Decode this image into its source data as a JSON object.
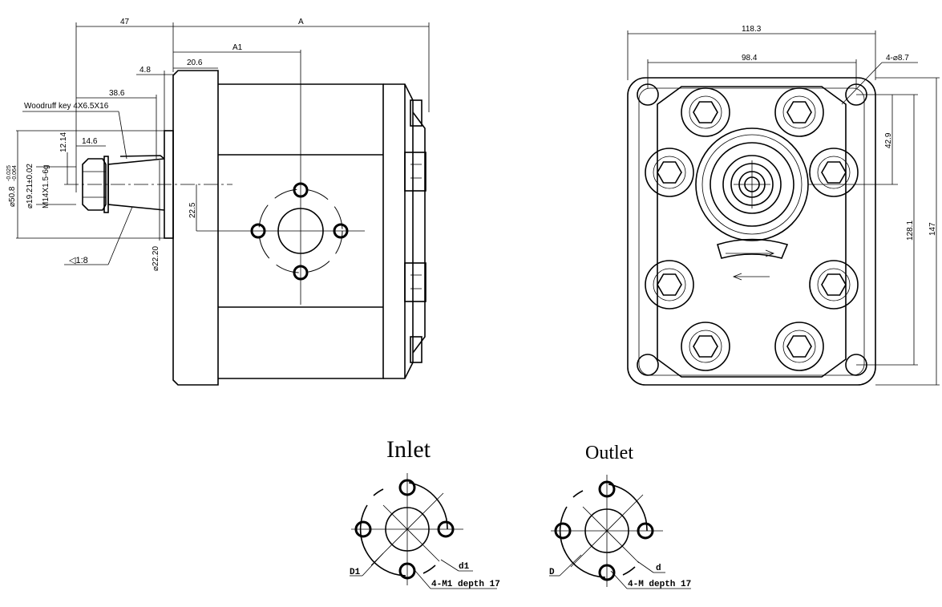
{
  "side_view": {
    "dim_47": "47",
    "dim_A": "A",
    "dim_A1": "A1",
    "dim_20_6": "20.6",
    "dim_4_8": "4.8",
    "dim_38_6": "38.6",
    "woodruff_key": "Woodruff key 4X6.5X16",
    "dim_12_14": "12.14",
    "dim_14_6": "14.6",
    "dia_50_8": "⌀50.8",
    "tol_upper": "-0.025",
    "tol_lower": "-0.064",
    "dia_19_21": "⌀19.21±0.02",
    "thread": "M14X1.5-6g",
    "dim_22_5": "22.5",
    "dia_22_20": "⌀22.20",
    "taper": "◁1:8"
  },
  "front_view": {
    "dim_118_3": "118.3",
    "dim_98_4": "98.4",
    "holes": "4-⌀8.7",
    "dim_42_9": "42.9",
    "dim_128_1": "128.1",
    "dim_147": "147"
  },
  "inlet": {
    "title": "Inlet",
    "D": "D1",
    "d": "d1",
    "thread": "4-M1 depth 17"
  },
  "outlet": {
    "title": "Outlet",
    "D": "D",
    "d": "d",
    "thread": "4-M depth 17"
  }
}
